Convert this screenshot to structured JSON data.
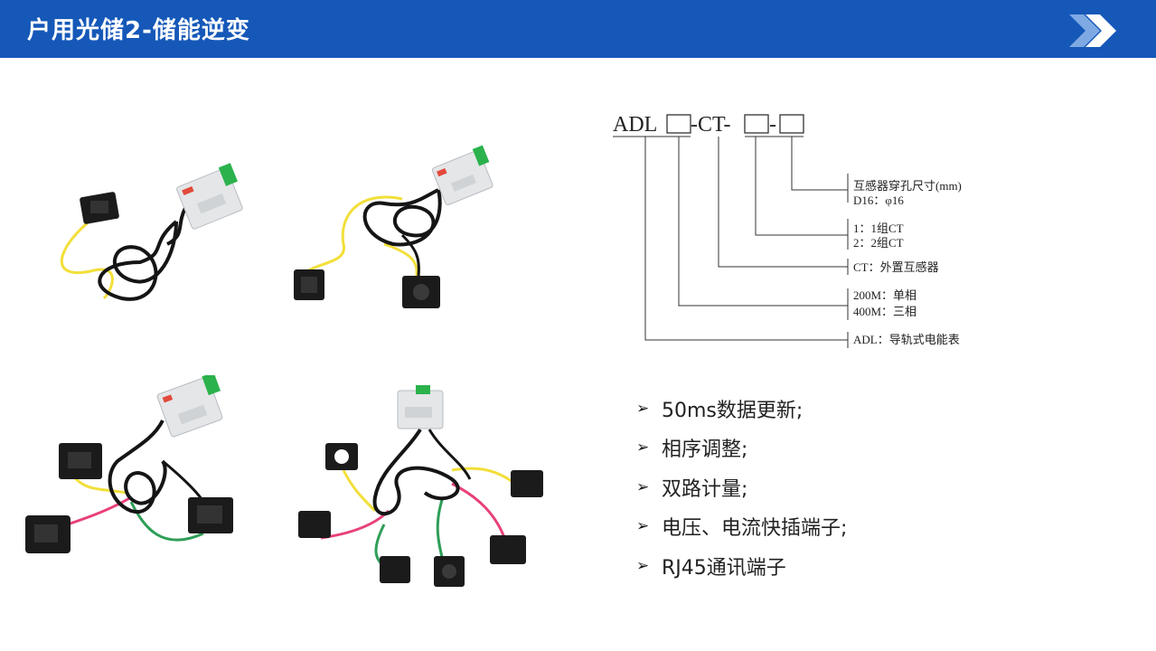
{
  "header": {
    "title": "户用光储2-储能逆变"
  },
  "code": {
    "label_adl": "ADL",
    "label_ct": "-CT-",
    "label_dash": "-",
    "rows": [
      [
        "互感器穿孔尺寸(mm)",
        "D16：φ16"
      ],
      [
        "1：1组CT",
        "2：2组CT"
      ],
      [
        "CT：外置互感器"
      ],
      [
        "200M：单相",
        "400M：三相"
      ],
      [
        "ADL：导轨式电能表"
      ]
    ]
  },
  "features": [
    "50ms数据更新;",
    "相序调整;",
    "双路计量;",
    "电压、电流快插端子;",
    "RJ45通讯端子"
  ],
  "colors": {
    "header_bg": "#1558b8",
    "chevron": "#a9c9f0",
    "meter_body": "#e4e6e8",
    "terminal_green": "#2bb24c",
    "cable_black": "#151515",
    "wire_yellow": "#f2df3a",
    "wire_pink": "#e8407a",
    "wire_green": "#2e9e57"
  },
  "icons": {
    "header_mark": "double-chevron-right-icon",
    "bullet": "arrow-bullet-icon"
  }
}
